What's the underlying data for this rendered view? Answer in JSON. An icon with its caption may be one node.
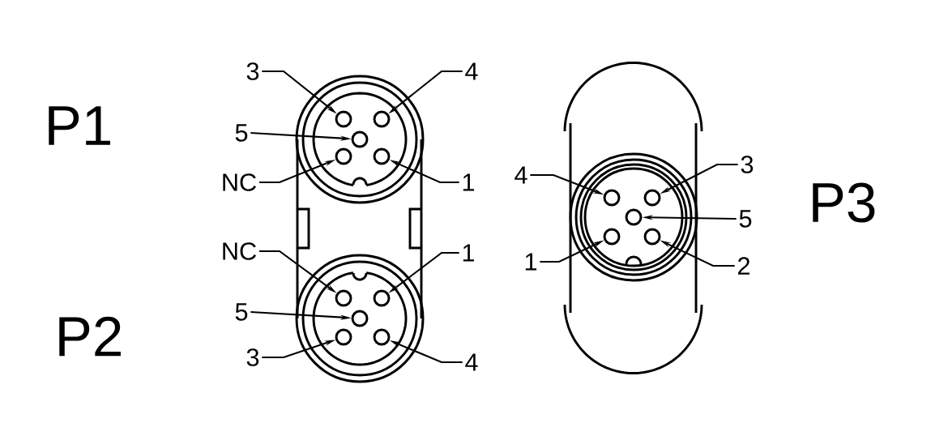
{
  "diagram": {
    "nodes": [
      {
        "text": [
          "3"
        ]
      },
      {
        "text": [],
        "shape": "circle"
      },
      {
        "text": [
          "4"
        ]
      },
      {
        "text": [],
        "shape": "circle"
      },
      {
        "text": [
          "5"
        ]
      },
      {
        "text": [],
        "shape": "circle"
      },
      {
        "text": [
          "NC"
        ]
      },
      {
        "text": [],
        "shape": "circle"
      },
      {
        "text": [
          "1"
        ]
      },
      {
        "text": [],
        "shape": "circle"
      },
      {
        "text": [
          "4"
        ]
      },
      {
        "text": [],
        "shape": "circle"
      },
      {
        "text": [
          "3"
        ]
      },
      {
        "text": [],
        "shape": "circle"
      },
      {
        "text": [
          "5"
        ]
      },
      {
        "text": [],
        "shape": "circle"
      },
      {
        "text": [
          "1"
        ]
      },
      {
        "text": [],
        "shape": "circle"
      },
      {
        "text": [
          "2"
        ]
      },
      {
        "text": [],
        "shape": "circle"
      },
      {
        "text": [
          "NC"
        ]
      },
      {
        "text": [],
        "shape": "circle"
      },
      {
        "text": [
          "1"
        ]
      },
      {
        "text": [],
        "shape": "circle"
      },
      {
        "text": [
          "5"
        ]
      },
      {
        "text": [],
        "shape": "circle"
      },
      {
        "text": [
          "3"
        ]
      },
      {
        "text": [],
        "shape": "circle"
      },
      {
        "text": [
          "4"
        ]
      },
      {
        "text": [],
        "shape": "circle"
      }
    ],
    "edges": [
      {
        "from": 0,
        "to": 1,
        "arrow": "to"
      },
      {
        "from": 2,
        "to": 3,
        "arrow": "to"
      },
      {
        "from": 4,
        "to": 5,
        "arrow": "to"
      },
      {
        "from": 6,
        "to": 7,
        "arrow": "to"
      },
      {
        "from": 8,
        "to": 9,
        "arrow": "to"
      },
      {
        "from": 10,
        "to": 11,
        "arrow": "to"
      },
      {
        "from": 12,
        "to": 13,
        "arrow": "to"
      },
      {
        "from": 14,
        "to": 15,
        "arrow": "to"
      },
      {
        "from": 16,
        "to": 17,
        "arrow": "to"
      },
      {
        "from": 18,
        "to": 19,
        "arrow": "to"
      },
      {
        "from": 20,
        "to": 21,
        "arrow": "to"
      },
      {
        "from": 22,
        "to": 23,
        "arrow": "to"
      },
      {
        "from": 24,
        "to": 25,
        "arrow": "to"
      },
      {
        "from": 26,
        "to": 27,
        "arrow": "to"
      },
      {
        "from": 28,
        "to": 29,
        "arrow": "to"
      }
    ],
    "labels": [
      "P1",
      "P3",
      "P2"
    ]
  }
}
